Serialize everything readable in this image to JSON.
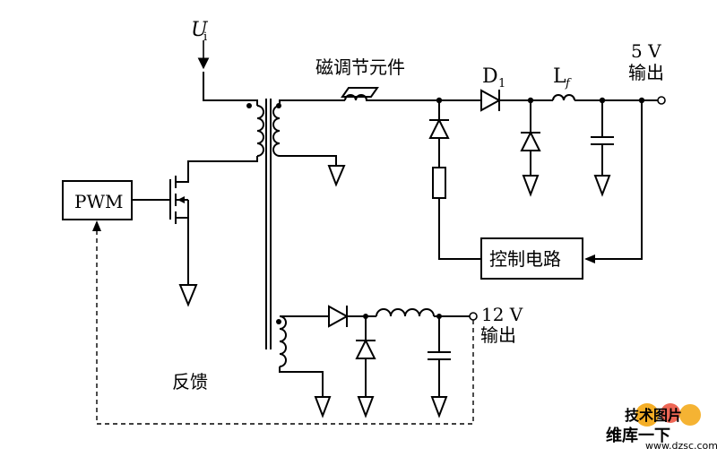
{
  "labels": {
    "input_voltage_main": "U",
    "input_voltage_sub": "i",
    "magnetic_regulator": "磁调节元件",
    "diode_d1_main": "D",
    "diode_d1_sub": "1",
    "inductor_lf_main": "L",
    "inductor_lf_sub": "f",
    "output_5v_value": "5 V",
    "output_5v_text": "输出",
    "pwm_block": "PWM",
    "control_block": "控制电路",
    "output_12v_value": "12 V",
    "output_12v_text": "输出",
    "feedback": "反馈"
  },
  "watermark": {
    "line1": "技术图片",
    "line2": "维库一下",
    "url": "www.dzsc.com",
    "colors": [
      "#e8402a",
      "#f2a000",
      "#c0182c"
    ]
  }
}
